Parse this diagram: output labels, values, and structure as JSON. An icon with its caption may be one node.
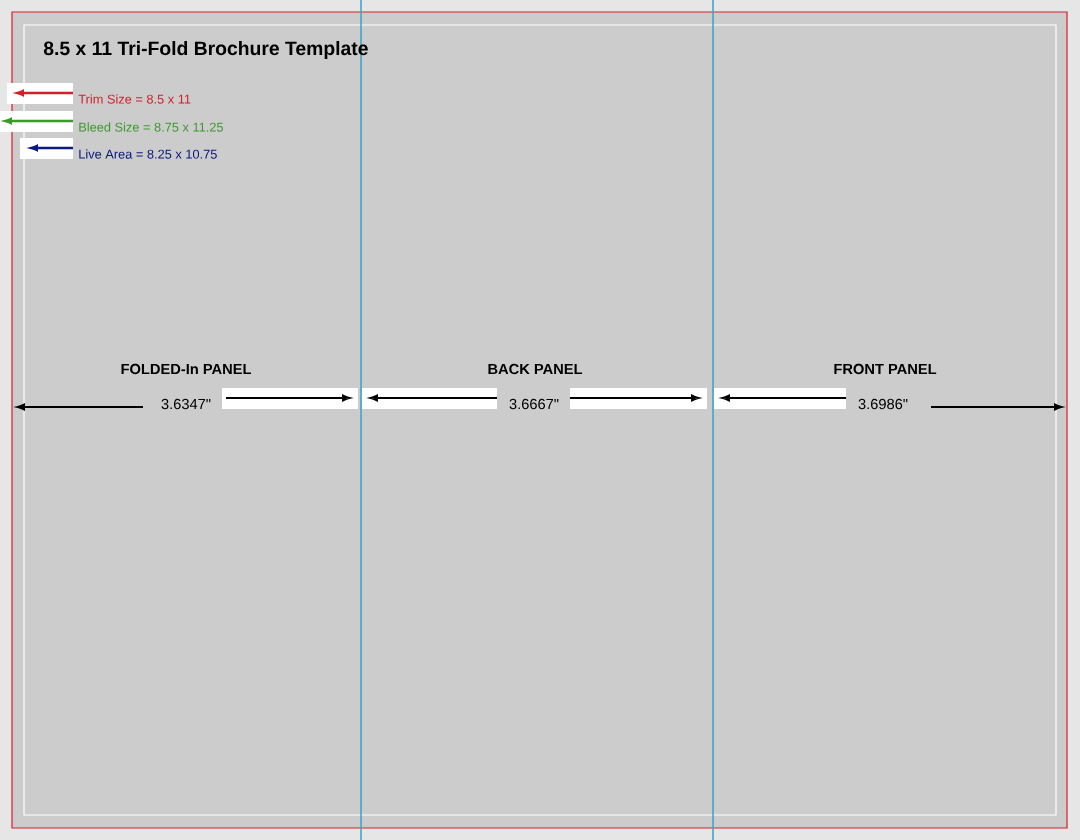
{
  "diagram": {
    "title": "8.5 x 11 Tri-Fold Brochure Template",
    "labels": [
      "FOLDED-In PANEL",
      "BACK PANEL",
      "FRONT PANEL",
      "3.6347\"",
      "3.6667\"",
      "3.6986\""
    ],
    "legend": [
      {
        "text": "Trim Size = 8.5 x 11"
      },
      {
        "text": "Bleed Size = 8.75 x 11.25"
      },
      {
        "text": "Live Area = 8.25 x 10.75"
      }
    ]
  }
}
